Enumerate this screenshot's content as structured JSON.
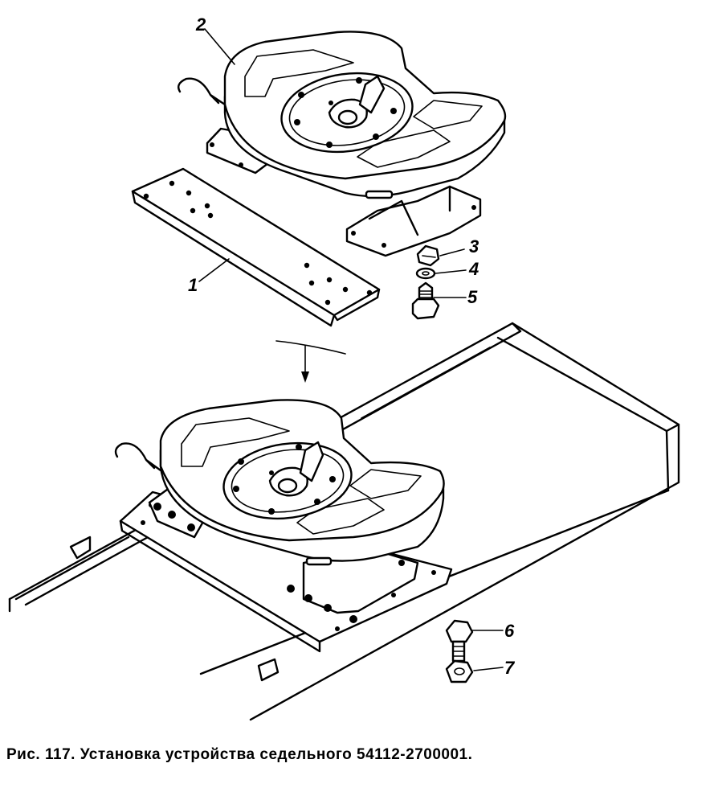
{
  "figure": {
    "caption": "Рис. 117. Установка устройства седельного 54112-2700001."
  },
  "callouts": [
    {
      "number": "1"
    },
    {
      "number": "2"
    },
    {
      "number": "3"
    },
    {
      "number": "4"
    },
    {
      "number": "5"
    },
    {
      "number": "6"
    },
    {
      "number": "7"
    }
  ]
}
